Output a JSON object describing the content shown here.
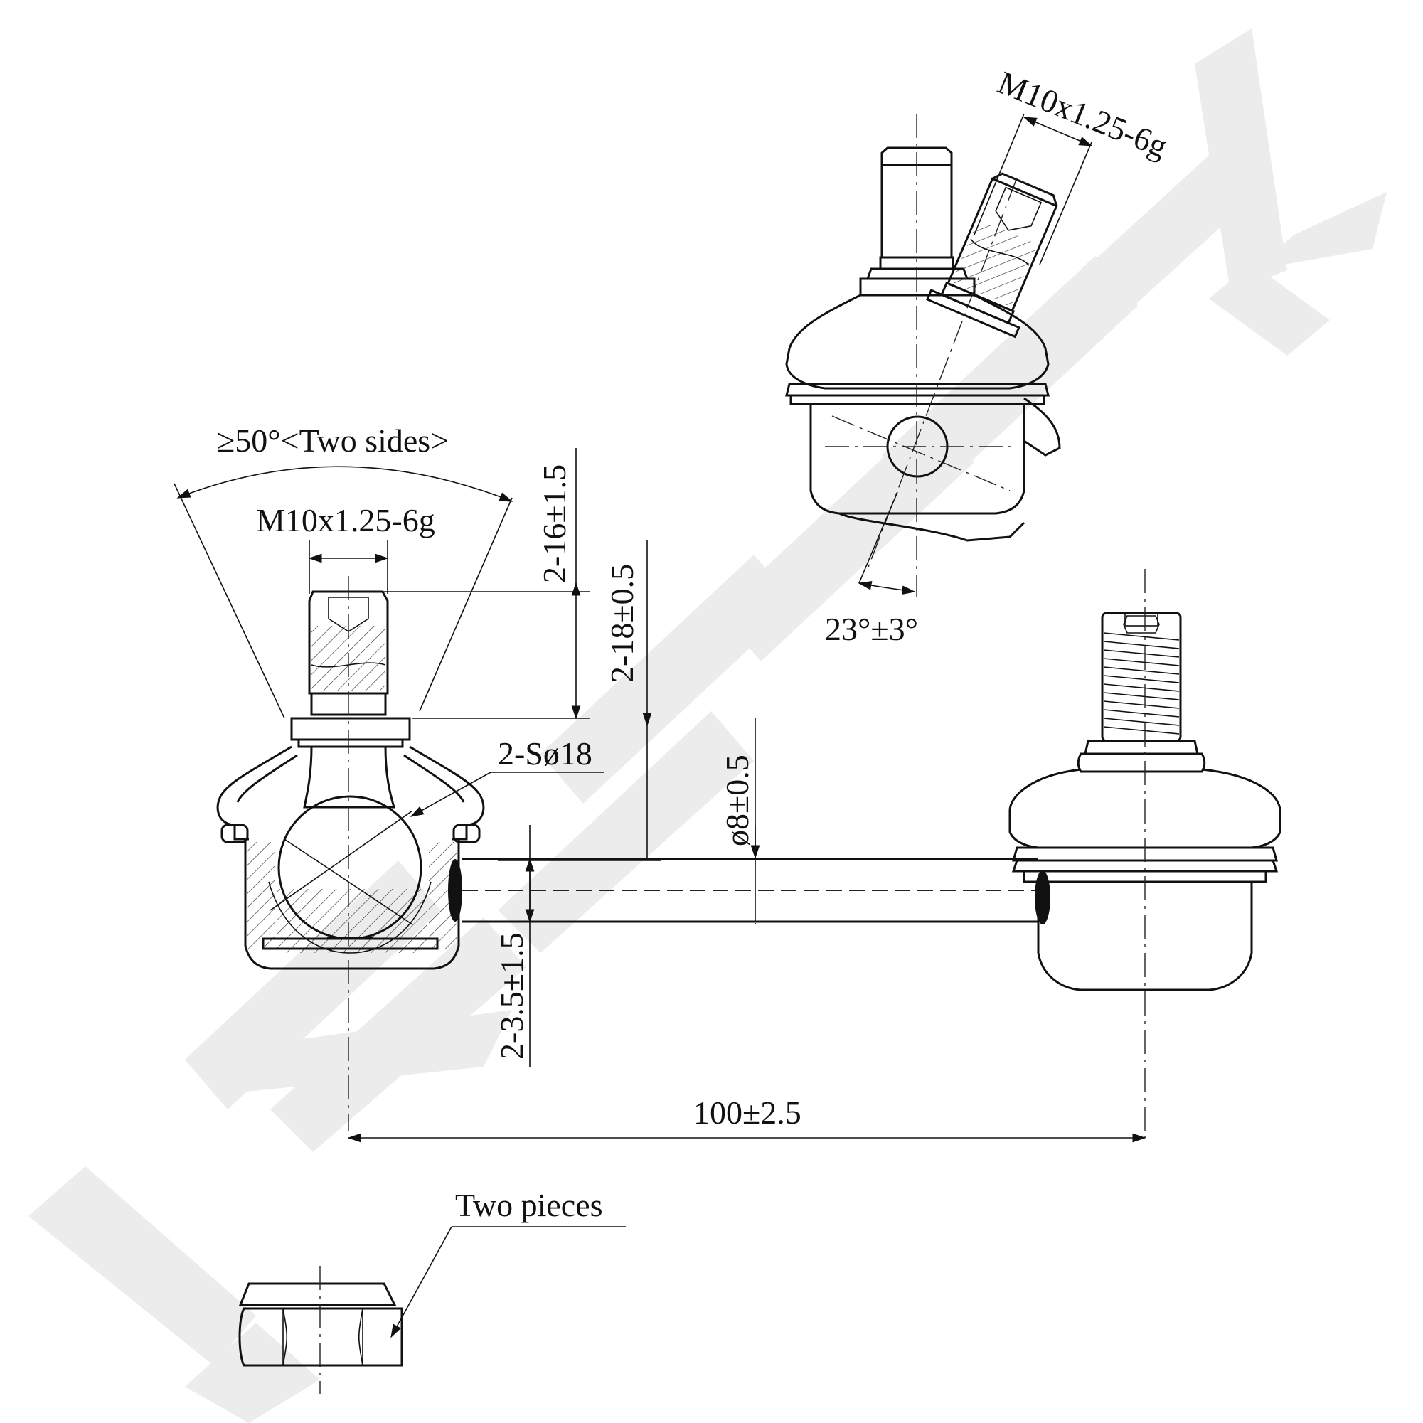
{
  "colors": {
    "line": "#111111",
    "watermark": "#ececec",
    "background": "#ffffff"
  },
  "labels": {
    "top_thread": "M10x1.25-6g",
    "top_angle": "23°±3°",
    "swing_angle": "≥50°<Two sides>",
    "left_thread": "M10x1.25-6g",
    "dim_16": "2-16±1.5",
    "dim_18": "2-18±0.5",
    "ball_dia": "2-Sø18",
    "rod_dia": "ø8±0.5",
    "dim_3_5": "2-3.5±1.5",
    "length": "100±2.5",
    "nut_note": "Two pieces"
  }
}
